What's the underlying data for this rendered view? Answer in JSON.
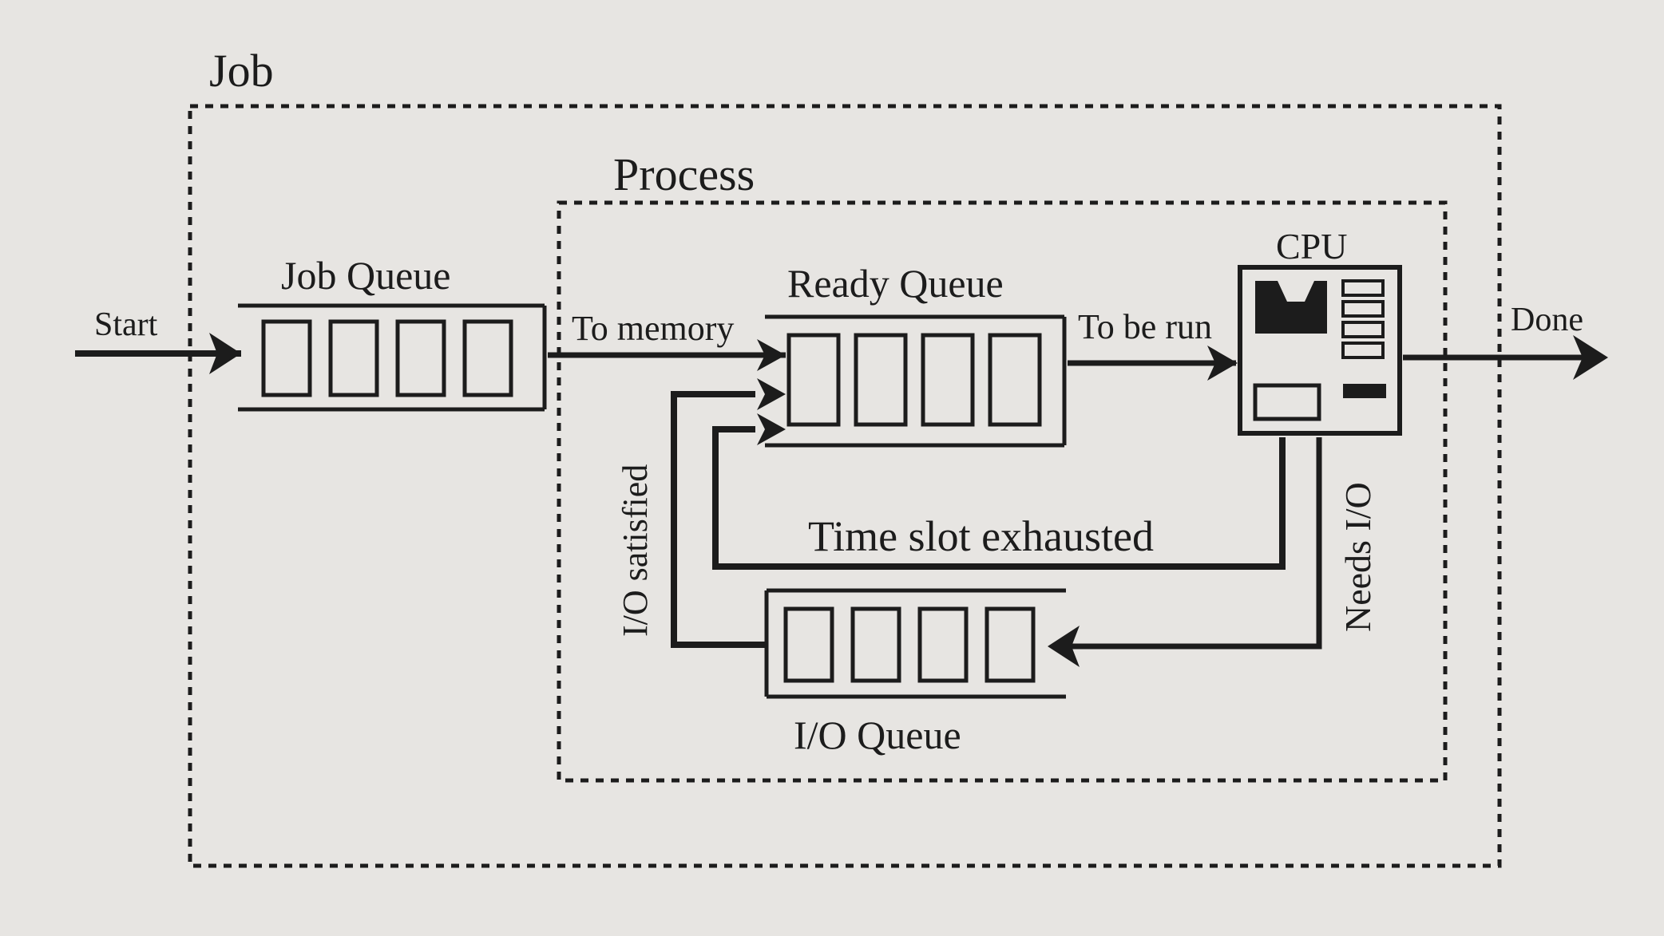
{
  "diagram": {
    "labels": {
      "job": "Job",
      "process": "Process",
      "job_queue": "Job Queue",
      "ready_queue": "Ready Queue",
      "io_queue": "I/O Queue",
      "cpu": "CPU",
      "start": "Start",
      "to_memory": "To memory",
      "to_be_run": "To be run",
      "done": "Done",
      "time_slot_exhausted": "Time slot exhausted",
      "io_satisfied": "I/O satisfied",
      "needs_io": "Needs I/O"
    },
    "queues": {
      "job_queue_slots": 4,
      "ready_queue_slots": 4,
      "io_queue_slots": 4
    },
    "colors": {
      "background": "#e7e5e2",
      "ink": "#1c1c1c"
    }
  }
}
